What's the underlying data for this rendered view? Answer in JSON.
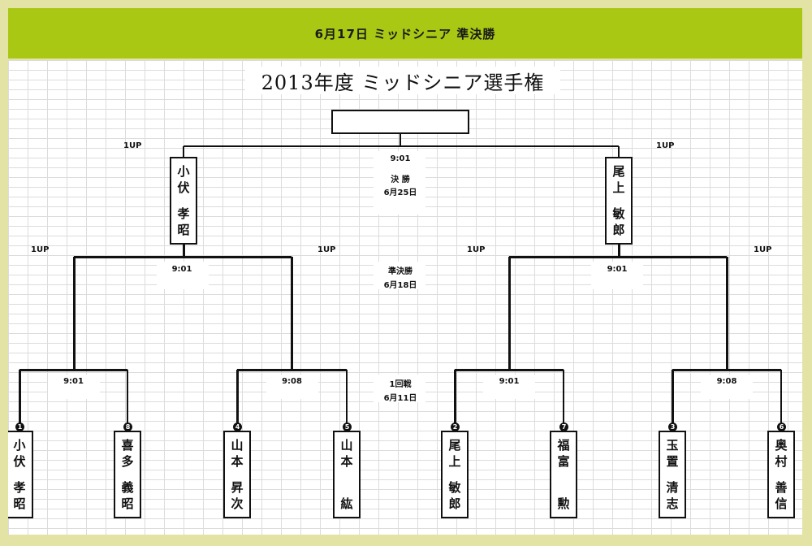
{
  "header": {
    "title": "6月17日  ミッドシニア  準決勝"
  },
  "tournament_title": "2013年度  ミッドシニア選手権",
  "rounds": {
    "final": {
      "name": "決 勝",
      "date": "6月25日",
      "time": "9:01"
    },
    "semifinal": {
      "name": "準決勝",
      "date": "6月18日"
    },
    "first": {
      "name": "1回戦",
      "date": "6月11日"
    }
  },
  "semifinal_results": {
    "left": {
      "name_top": "小伏",
      "name_bottom": "孝昭",
      "margin": "1UP"
    },
    "right": {
      "name_top": "尾上",
      "name_bottom": "敏郎",
      "margin": "1UP"
    }
  },
  "semifinal_times": {
    "left": "9:01",
    "right": "9:01"
  },
  "margins": {
    "q1": "1UP",
    "q2": "1UP",
    "q3": "1UP",
    "q4": "1UP"
  },
  "first_round_times": {
    "m1": "9:01",
    "m2": "9:08",
    "m3": "9:01",
    "m4": "9:08"
  },
  "players": [
    {
      "seed": "1",
      "name_top": "小伏",
      "name_bottom": "孝昭"
    },
    {
      "seed": "8",
      "name_top": "喜多",
      "name_bottom": "義昭"
    },
    {
      "seed": "4",
      "name_top": "山本",
      "name_bottom": "昇次"
    },
    {
      "seed": "5",
      "name_top": "山本",
      "name_bottom": "紘"
    },
    {
      "seed": "2",
      "name_top": "尾上",
      "name_bottom": "敏郎"
    },
    {
      "seed": "7",
      "name_top": "福富",
      "name_bottom": "勲"
    },
    {
      "seed": "3",
      "name_top": "玉置",
      "name_bottom": "清志"
    },
    {
      "seed": "6",
      "name_top": "奥村",
      "name_bottom": "善信"
    }
  ]
}
